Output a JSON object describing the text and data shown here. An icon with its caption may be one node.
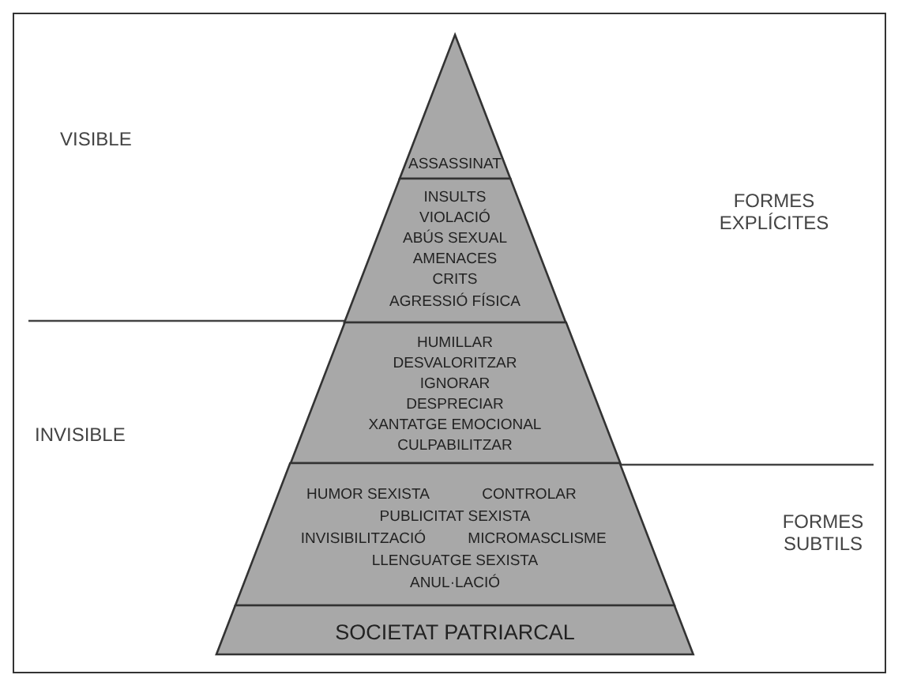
{
  "diagram": {
    "nodes": [
      {
        "text": [
          "ASSASSINAT"
        ]
      },
      {
        "text": [
          "INSULTS",
          "VIOLACIÓ",
          "ABÚS SEXUAL",
          "AMENACES",
          "CRITS",
          "AGRESSIÓ FÍSICA"
        ]
      },
      {
        "text": [
          "HUMILLAR",
          "DESVALORITZAR",
          "IGNORAR",
          "DESPRECIAR",
          "XANTATGE EMOCIONAL",
          "CULPABILITZAR"
        ]
      },
      {
        "text": [
          "HUMOR SEXISTA",
          "CONTROLAR",
          "PUBLICITAT SEXISTA",
          "INVISIBILITZACIÓ",
          "MICROMASCLISME",
          "LLENGUATGE SEXISTA",
          "ANUL·LACIÓ"
        ]
      },
      {
        "text": [
          "SOCIETAT PATRIARCAL"
        ]
      }
    ],
    "labels": [
      "VISIBLE",
      "FORMES EXPLÍCITES",
      "INVISIBLE",
      "FORMES SUBTILS"
    ]
  }
}
